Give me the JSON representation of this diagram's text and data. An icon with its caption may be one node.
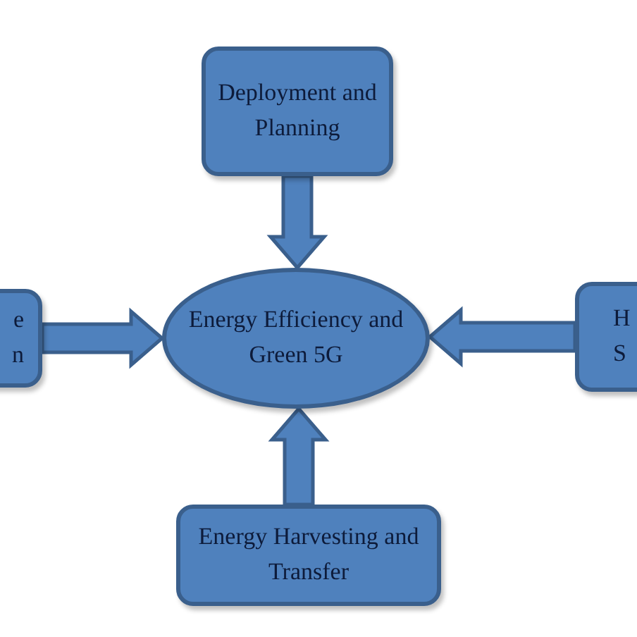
{
  "diagram": {
    "nodes": [
      {
        "text": [
          "Deployment and Planning"
        ]
      },
      {
        "text": [
          "e n"
        ]
      },
      {
        "text": [
          "Energy Efficiency and Green 5G"
        ]
      },
      {
        "text": [
          "H S"
        ]
      },
      {
        "text": [
          "Energy Harvesting and Transfer"
        ]
      }
    ],
    "edges": [
      {
        "from": 0,
        "to": 2,
        "arrow": "to"
      },
      {
        "from": 1,
        "to": 2,
        "arrow": "to"
      },
      {
        "from": 3,
        "to": 2,
        "arrow": "to"
      },
      {
        "from": 4,
        "to": 2,
        "arrow": "to"
      }
    ]
  }
}
